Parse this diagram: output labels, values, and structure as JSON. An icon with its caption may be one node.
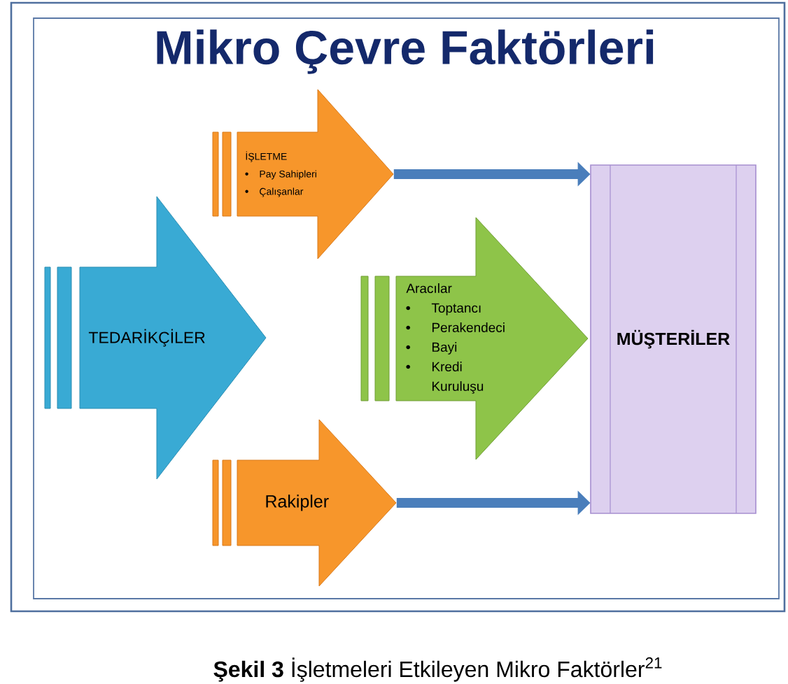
{
  "diagram": {
    "title": "Mikro Çevre Faktörleri",
    "caption": "**Şekil 3** İşletmeleri Etkileyen Mikro Faktörler$^{21}$",
    "nodes": [
      {
        "text": [
          "TEDARİKÇİLER"
        ]
      },
      {
        "text": [
          "İŞLETME",
          "Pay Sahipleri",
          "Çalışanlar"
        ]
      },
      {
        "text": [
          "Aracılar",
          "Toptancı",
          "Perakendeci",
          "Bayi",
          "Kredi Kuruluşu"
        ]
      },
      {
        "text": [
          "MÜŞTERİLER"
        ]
      },
      {
        "text": [
          "Rakipler"
        ]
      }
    ],
    "edges": [
      {
        "from": 1,
        "to": 3,
        "arrow": "to"
      },
      {
        "from": 4,
        "to": 3,
        "arrow": "to"
      }
    ]
  }
}
